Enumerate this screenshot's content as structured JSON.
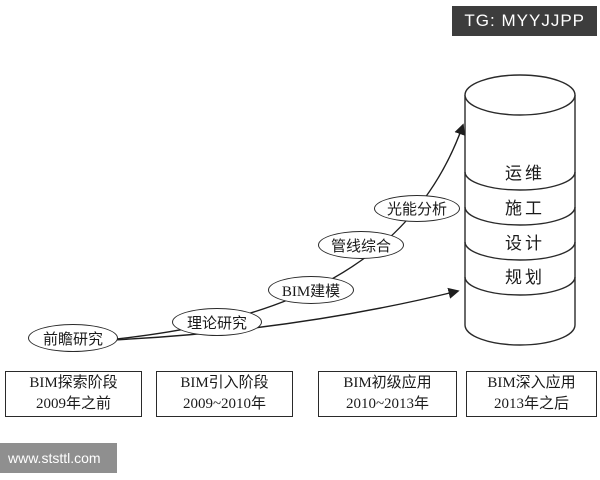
{
  "badge": {
    "label": "TG: MYYJJPP"
  },
  "cylinder": {
    "layers": [
      "运维",
      "施工",
      "设计",
      "规划"
    ]
  },
  "stages": [
    "前瞻研究",
    "理论研究",
    "BIM建模",
    "管线综合",
    "光能分析"
  ],
  "phases": [
    {
      "line1": "BIM探索阶段",
      "line2": "2009年之前"
    },
    {
      "line1": "BIM引入阶段",
      "line2": "2009~2010年"
    },
    {
      "line1": "BIM初级应用",
      "line2": "2010~2013年"
    },
    {
      "line1": "BIM深入应用",
      "line2": "2013年之后"
    }
  ],
  "watermark": {
    "label": "www.ststtl.com"
  },
  "colors": {
    "badge_bg": "#3d3d3d",
    "watermark_bg": "#8f8f8f",
    "line": "#1e1e1e"
  }
}
